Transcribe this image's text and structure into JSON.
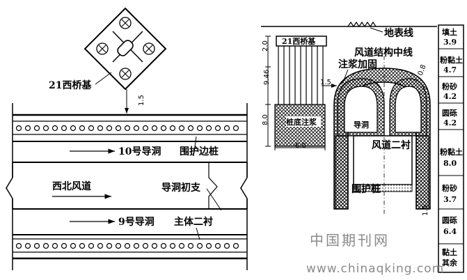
{
  "left_plan": {
    "bridge_label": "21西桥基",
    "clearance_dim": "1.5",
    "pilot_tunnel_10": "10号导洞",
    "retaining_pile": "围护边桩",
    "nw_air_duct": "西北风道",
    "initial_support": "导洞初支",
    "pilot_tunnel_9": "9号导洞",
    "secondary_lining": "主体二衬"
  },
  "right_section": {
    "bridge_label": "21西桥基",
    "ground_line": "地表线",
    "duct_centerline": "风道结构中线",
    "grout_reinforce": "注浆加固",
    "pile_bottom_grout": "桩底注浆",
    "pilot_tunnel": "导洞",
    "duct_secondary_lining": "风道二衬",
    "retaining_pile": "围护桩",
    "dim_2_0": "2.0",
    "dim_9_46": "9.46",
    "dim_8_0_v": "8.0",
    "dim_6_0": "6.0",
    "dim_1_5_a": "1.5",
    "dim_0_8": "0.8",
    "dim_1_5_b": "1.5"
  },
  "soil_column": [
    {
      "name": "填土",
      "thickness": "3.9"
    },
    {
      "name": "粉黏土",
      "thickness": "4.7"
    },
    {
      "name": "粉砂",
      "thickness": "4.2"
    },
    {
      "name": "圆砾",
      "thickness": "4.2"
    },
    {
      "name": "粉黏土",
      "thickness": "8.0"
    },
    {
      "name": "粉砂",
      "thickness": "3.7"
    },
    {
      "name": "圆砾",
      "thickness": "6.4"
    },
    {
      "name": "黏土",
      "thickness": "其余"
    }
  ],
  "watermark": {
    "cn": "中国期刊网",
    "url": "www.chinaqking.com"
  }
}
